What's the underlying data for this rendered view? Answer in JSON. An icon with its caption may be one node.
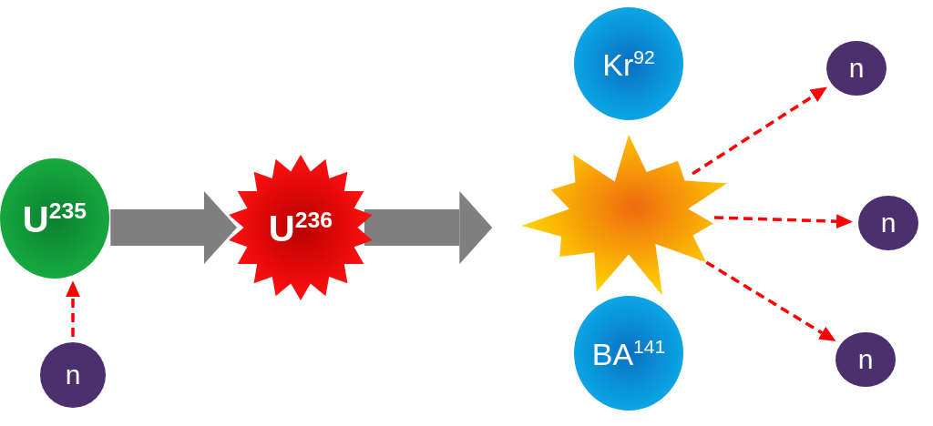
{
  "diagram": {
    "nodes": [
      {
        "text": [
          "U$^{235}$"
        ]
      },
      {
        "text": [
          "n"
        ]
      },
      {
        "text": [
          "U$^{236}$"
        ]
      },
      {
        "text": [],
        "shape": "starburst"
      },
      {
        "text": [
          "Kr$^{92}$"
        ]
      },
      {
        "text": [
          "BA$^{141}$"
        ]
      },
      {
        "text": [
          "n"
        ]
      },
      {
        "text": [
          "n"
        ]
      },
      {
        "text": [
          "n"
        ]
      }
    ],
    "edges": [
      {
        "from": 1,
        "to": 0,
        "arrow": "to",
        "style": "dashed",
        "color": "#ff0000"
      },
      {
        "from": 0,
        "to": 2,
        "arrow": "to",
        "style": "thick",
        "color": "#7f7f7f"
      },
      {
        "from": 2,
        "to": 3,
        "arrow": "to",
        "style": "thick",
        "color": "#7f7f7f"
      },
      {
        "from": 3,
        "to": 6,
        "arrow": "to",
        "style": "dashed",
        "color": "#ff0000"
      },
      {
        "from": 3,
        "to": 7,
        "arrow": "to",
        "style": "dashed",
        "color": "#ff0000"
      },
      {
        "from": 3,
        "to": 8,
        "arrow": "to",
        "style": "dashed",
        "color": "#ff0000"
      }
    ]
  }
}
